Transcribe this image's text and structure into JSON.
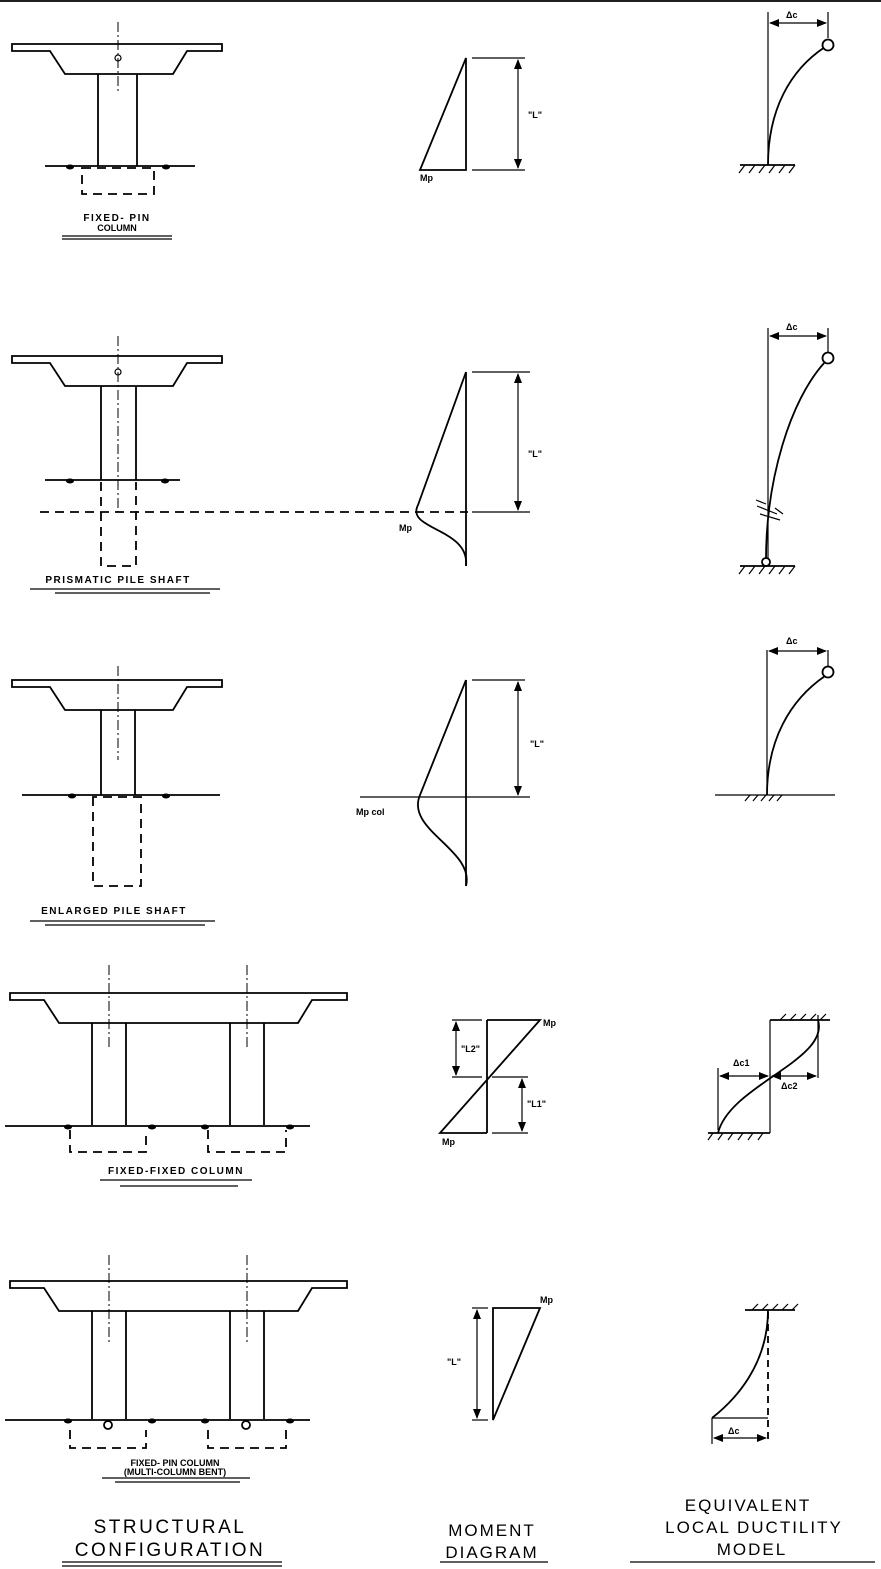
{
  "rows": [
    {
      "config_label": "FIXED- PIN",
      "config_label_2": "COLUMN",
      "moment_labels": {
        "length": "\"L\"",
        "mp": "Mp"
      },
      "model_label": "Δc"
    },
    {
      "config_label": "PRISMATIC PILE SHAFT",
      "moment_labels": {
        "length": "\"L\"",
        "mp": "Mp"
      },
      "model_label": "Δc"
    },
    {
      "config_label": "ENLARGED PILE SHAFT",
      "moment_labels": {
        "length": "\"L\"",
        "mp": "Mp col"
      },
      "model_label": "Δc"
    },
    {
      "config_label": "FIXED-FIXED COLUMN",
      "moment_labels": {
        "length_top": "\"L2\"",
        "length_bottom": "\"L1\"",
        "mp_top": "Mp",
        "mp_bottom": "Mp"
      },
      "model_labels": {
        "delta_1": "Δc1",
        "delta_2": "Δc2"
      }
    },
    {
      "config_label": "FIXED- PIN COLUMN",
      "config_label_2": "(MULTI-COLUMN BENT)",
      "moment_labels": {
        "length": "\"L\"",
        "mp": "Mp"
      },
      "model_label": "Δc"
    }
  ],
  "footer": {
    "col1_line1": "STRUCTURAL",
    "col1_line2": "CONFIGURATION",
    "col2_line1": "MOMENT",
    "col2_line2": "DIAGRAM",
    "col3_line1": "EQUIVALENT",
    "col3_line2": "LOCAL DUCTILITY",
    "col3_line3": "MODEL"
  }
}
